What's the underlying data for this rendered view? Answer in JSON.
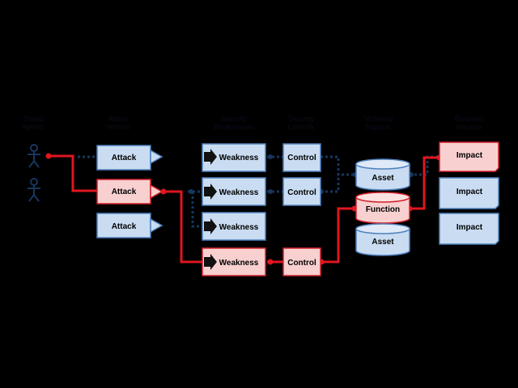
{
  "colors": {
    "background": "#000000",
    "blue_fill": "#c9dcf2",
    "blue_stroke": "#4f81bd",
    "red_fill": "#f8d0d0",
    "red_stroke": "#d1202a",
    "blue_line": "#17365d",
    "red_line": "#e0161e"
  },
  "headers": {
    "threat_agents": [
      "Threat",
      "Agents"
    ],
    "attack_vectors": [
      "Attack",
      "Vectors"
    ],
    "security_weaknesses": [
      "Security",
      "Weaknesses"
    ],
    "security_controls": [
      "Security",
      "Controls"
    ],
    "technical_impacts": [
      "Technical",
      "Impacts"
    ],
    "business_impacts": [
      "Business",
      "Impacts"
    ]
  },
  "threat_agents": [
    {
      "icon": "person-icon",
      "highlighted": true
    },
    {
      "icon": "person-icon",
      "highlighted": false
    }
  ],
  "attacks": [
    {
      "label": "Attack",
      "highlighted": false
    },
    {
      "label": "Attack",
      "highlighted": true
    },
    {
      "label": "Attack",
      "highlighted": false
    }
  ],
  "weaknesses": [
    {
      "label": "Weakness",
      "highlighted": false
    },
    {
      "label": "Weakness",
      "highlighted": false
    },
    {
      "label": "Weakness",
      "highlighted": false
    },
    {
      "label": "Weakness",
      "highlighted": true
    }
  ],
  "controls": [
    {
      "label": "Control",
      "highlighted": false
    },
    {
      "label": "Control",
      "highlighted": false
    },
    {
      "label": "Control",
      "highlighted": true
    }
  ],
  "technical": [
    {
      "label": "Asset",
      "highlighted": false
    },
    {
      "label": "Function",
      "highlighted": true
    },
    {
      "label": "Asset",
      "highlighted": false
    }
  ],
  "business": [
    {
      "label": "Impact",
      "highlighted": true
    },
    {
      "label": "Impact",
      "highlighted": false
    },
    {
      "label": "Impact",
      "highlighted": false
    }
  ]
}
